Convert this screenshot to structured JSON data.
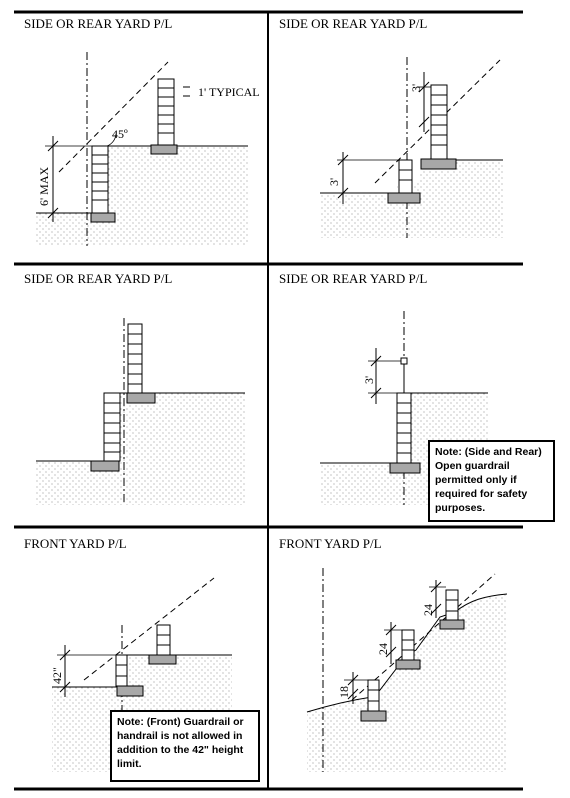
{
  "panels": [
    {
      "title": "SIDE OR REAR YARD P/L",
      "labels": {
        "max": "6' MAX",
        "typical": "1' TYPICAL",
        "angle": "45º"
      }
    },
    {
      "title": "SIDE OR REAR YARD P/L",
      "labels": {
        "dim_wall": "3'",
        "dim_step": "3'"
      }
    },
    {
      "title": "SIDE OR REAR YARD P/L",
      "labels": {}
    },
    {
      "title": "SIDE OR REAR YARD P/L",
      "labels": {
        "dim_rail": "3'"
      },
      "note": "Note: (Side and Rear) Open guardrail permitted only if required for safety purposes."
    },
    {
      "title": "FRONT YARD P/L",
      "labels": {
        "dim_rail": "42\""
      },
      "note": "Note: (Front) Guardrail or handrail is not allowed in addition to the 42\" height limit."
    },
    {
      "title": "FRONT YARD P/L",
      "labels": {
        "dim1": "24",
        "dim2": "24",
        "dim3": "18"
      }
    }
  ],
  "colors": {
    "ink": "#000000",
    "footing": "#a8a8a8",
    "stipple": "#777777"
  }
}
